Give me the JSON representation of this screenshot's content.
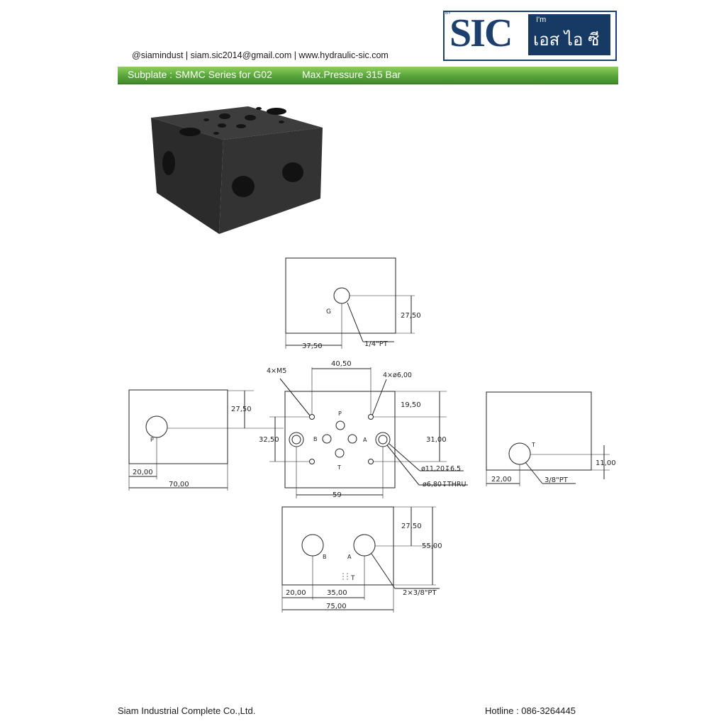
{
  "header": {
    "contact": "@siamindust | siam.sic2014@gmail.com | www.hydraulic-sic.com",
    "title": "Subplate : SMMC Series for G02",
    "pressure": "Max.Pressure 315 Bar",
    "bar_color": "#58a53a"
  },
  "logo": {
    "by": "BY",
    "brand": "SIC",
    "im": "I'm",
    "thai": "เอส ไอ ซี",
    "brand_color": "#1d3f6e"
  },
  "drawing": {
    "top_view": {
      "port": "G",
      "dim_height": "27,50",
      "dim_width": "37,50",
      "thread": "1/4\"PT"
    },
    "left_view": {
      "port": "P",
      "dim_height": "27,50",
      "dim_offset": "20,00",
      "dim_width": "70,00"
    },
    "front_view": {
      "screws": "4×M5",
      "holes": "4×ø6,00",
      "dim_top": "40,50",
      "dim_right_top": "19,50",
      "dim_right": "31,00",
      "dim_left": "32,50",
      "dim_bottom": "59",
      "counterbore": "ø11,20↧6.5",
      "thru_hole": "ø6,80↧THRU",
      "ports": {
        "p": "P",
        "a": "A",
        "b": "B",
        "t": "T"
      }
    },
    "right_view": {
      "port": "T",
      "dim_height": "11,00",
      "dim_offset": "22,00",
      "thread": "3/8\"PT"
    },
    "bottom_view": {
      "port_b": "B",
      "port_a": "A",
      "port_t": "T",
      "dim_height_a": "27,50",
      "dim_height_b": "55,00",
      "dim_offset": "20,00",
      "dim_spacing": "35,00",
      "dim_width": "75,00",
      "thread": "2×3/8\"PT"
    }
  },
  "footer": {
    "company": "Siam Industrial Complete Co.,Ltd.",
    "hotline": "Hotline : 086-3264445"
  }
}
